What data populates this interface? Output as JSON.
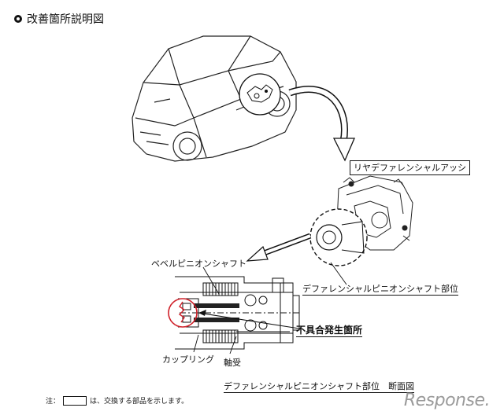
{
  "header": {
    "title": "改善箇所説明図"
  },
  "labels": {
    "rear_diff_assy": "リヤデファレンシャルアッシ",
    "bevel_pinion_shaft": "ベベルピニオンシャフト",
    "diff_pinion_part": "デファレンシャルピニオンシャフト部位",
    "defect_location": "不具合発生箇所",
    "coupling": "カップリング",
    "bearing": "軸受",
    "section_view": "デファレンシャルピニオンシャフト部位　断面図"
  },
  "footnote": {
    "prefix": "注：",
    "suffix": "は、交換する部品を示します。"
  },
  "watermark": "Response."
}
